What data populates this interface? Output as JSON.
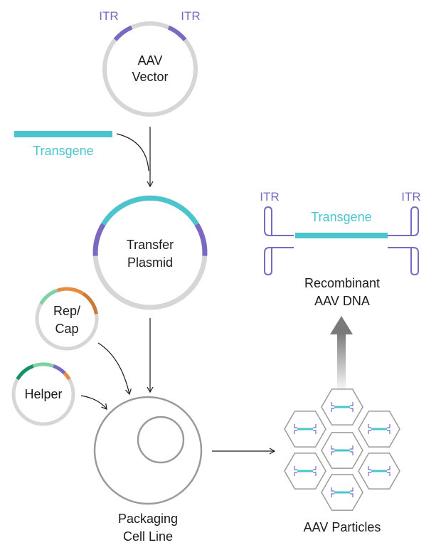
{
  "colors": {
    "ring": "#d6d6d6",
    "itr": "#7b68c0",
    "transgene": "#4bc4cd",
    "rep_green": "#7fd1a4",
    "cap_orange": "#eb8a3c",
    "cap_brown": "#c97a36",
    "helper_dark_green": "#14916a",
    "cell": "#9a9a9a",
    "arrow": "#1a1a1a",
    "gradient_arrow": "#7a7a7a",
    "hexagon": "#9a9a9a"
  },
  "aav_vector": {
    "itr_left": "ITR",
    "itr_right": "ITR",
    "line1": "AAV",
    "line2": "Vector"
  },
  "transgene_input": {
    "label": "Transgene"
  },
  "transfer_plasmid": {
    "line1": "Transfer",
    "line2": "Plasmid"
  },
  "rep_cap": {
    "line1": "Rep/",
    "line2": "Cap"
  },
  "helper": {
    "label": "Helper"
  },
  "packaging": {
    "line1": "Packaging",
    "line2": "Cell Line"
  },
  "recombinant": {
    "itr_left": "ITR",
    "itr_right": "ITR",
    "transgene": "Transgene",
    "line1": "Recombinant",
    "line2": "AAV DNA"
  },
  "particles": {
    "label": "AAV Particles",
    "count": 7
  }
}
